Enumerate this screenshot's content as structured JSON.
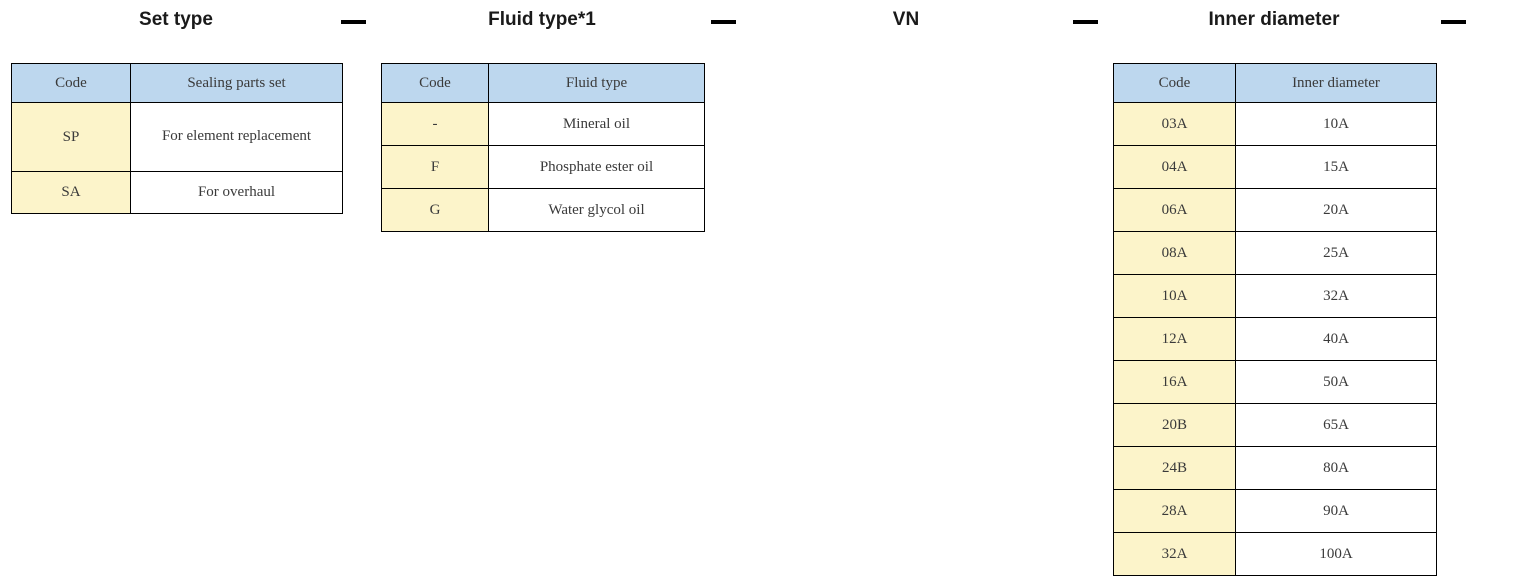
{
  "groups": [
    {
      "title": "Set type"
    },
    {
      "title": "Fluid type*1"
    },
    {
      "title": "VN"
    },
    {
      "title": "Inner diameter"
    }
  ],
  "separators": [
    {
      "symbol": "—"
    },
    {
      "symbol": "—"
    },
    {
      "symbol": "—"
    },
    {
      "symbol": "—"
    }
  ],
  "colors": {
    "header_fill": "#bdd7ee",
    "code_fill": "#fcf4ca",
    "body_fill": "#ffffff",
    "border": "#000000",
    "text": "#3a3a3a",
    "title_text": "#1a1a1a"
  },
  "tables": {
    "set_type": {
      "headers": [
        "Code",
        "Sealing parts set"
      ],
      "rows": [
        {
          "code": "SP",
          "desc": "For element replacement"
        },
        {
          "code": "SA",
          "desc": "For overhaul"
        }
      ]
    },
    "fluid_type": {
      "headers": [
        "Code",
        "Fluid type"
      ],
      "rows": [
        {
          "code": "-",
          "desc": "Mineral oil"
        },
        {
          "code": "F",
          "desc": "Phosphate ester oil"
        },
        {
          "code": "G",
          "desc": "Water glycol oil"
        }
      ]
    },
    "inner_diameter": {
      "headers": [
        "Code",
        "Inner diameter"
      ],
      "rows": [
        {
          "code": "03A",
          "desc": "10A"
        },
        {
          "code": "04A",
          "desc": "15A"
        },
        {
          "code": "06A",
          "desc": "20A"
        },
        {
          "code": "08A",
          "desc": "25A"
        },
        {
          "code": "10A",
          "desc": "32A"
        },
        {
          "code": "12A",
          "desc": "40A"
        },
        {
          "code": "16A",
          "desc": "50A"
        },
        {
          "code": "20B",
          "desc": "65A"
        },
        {
          "code": "24B",
          "desc": "80A"
        },
        {
          "code": "28A",
          "desc": "90A"
        },
        {
          "code": "32A",
          "desc": "100A"
        }
      ]
    }
  }
}
